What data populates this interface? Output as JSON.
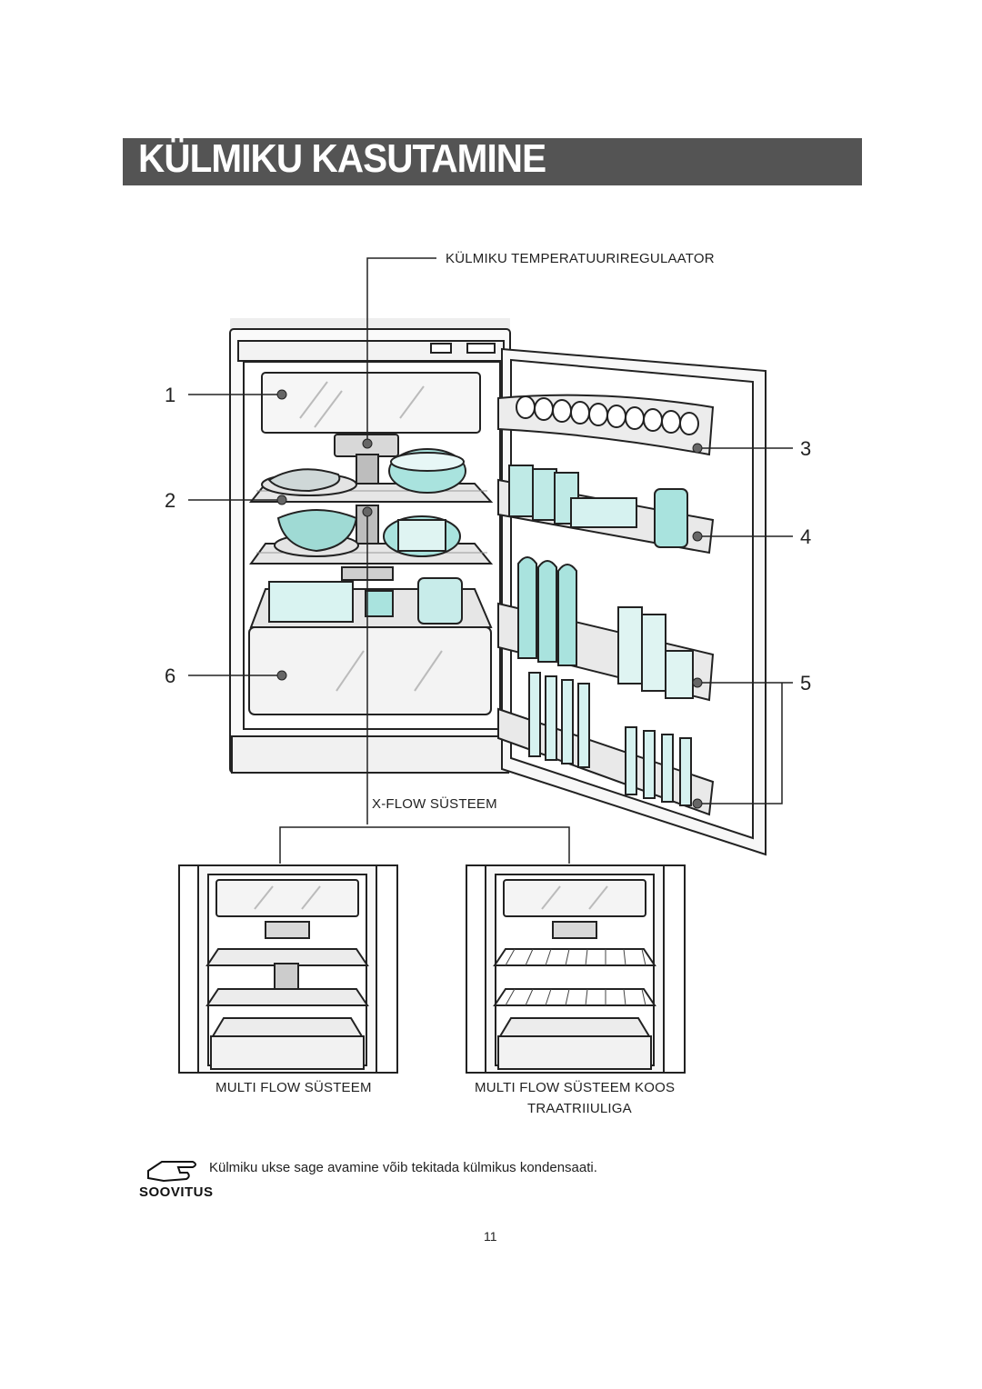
{
  "title": "KÜLMIKU KASUTAMINE",
  "labels": {
    "temp_regulator": "KÜLMIKU TEMPERATUURIREGULAATOR",
    "x_flow": "X-FLOW SÜSTEEM",
    "multi_flow": "MULTI FLOW SÜSTEEM",
    "multi_flow_wire_line1": "MULTI FLOW SÜSTEEM KOOS",
    "multi_flow_wire_line2": "TRAATRIIULIGA"
  },
  "callouts": [
    "1",
    "2",
    "3",
    "4",
    "5",
    "6"
  ],
  "note": {
    "icon": "pointing-hand-icon",
    "label": "SOOVITUS",
    "text": "Külmiku ukse sage avamine võib tekitada külmikus kondensaati."
  },
  "page_number": "11"
}
